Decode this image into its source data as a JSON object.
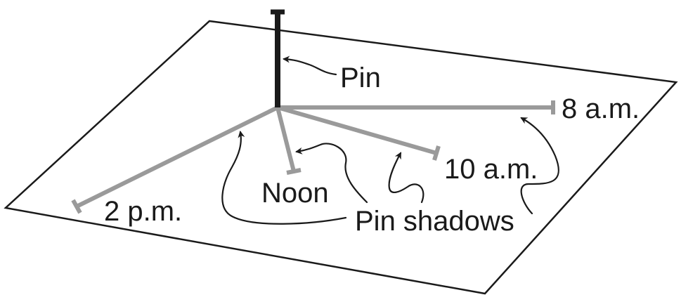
{
  "labels": {
    "pin": "Pin",
    "shadows": "Pin shadows",
    "am8": "8 a.m.",
    "am10": "10 a.m.",
    "noon": "Noon",
    "pm2": "2 p.m."
  },
  "colors": {
    "pin": "#1a1a1a",
    "shadow": "#9a9a9a",
    "outline": "#1a1a1a",
    "text": "#1a1a1a"
  }
}
